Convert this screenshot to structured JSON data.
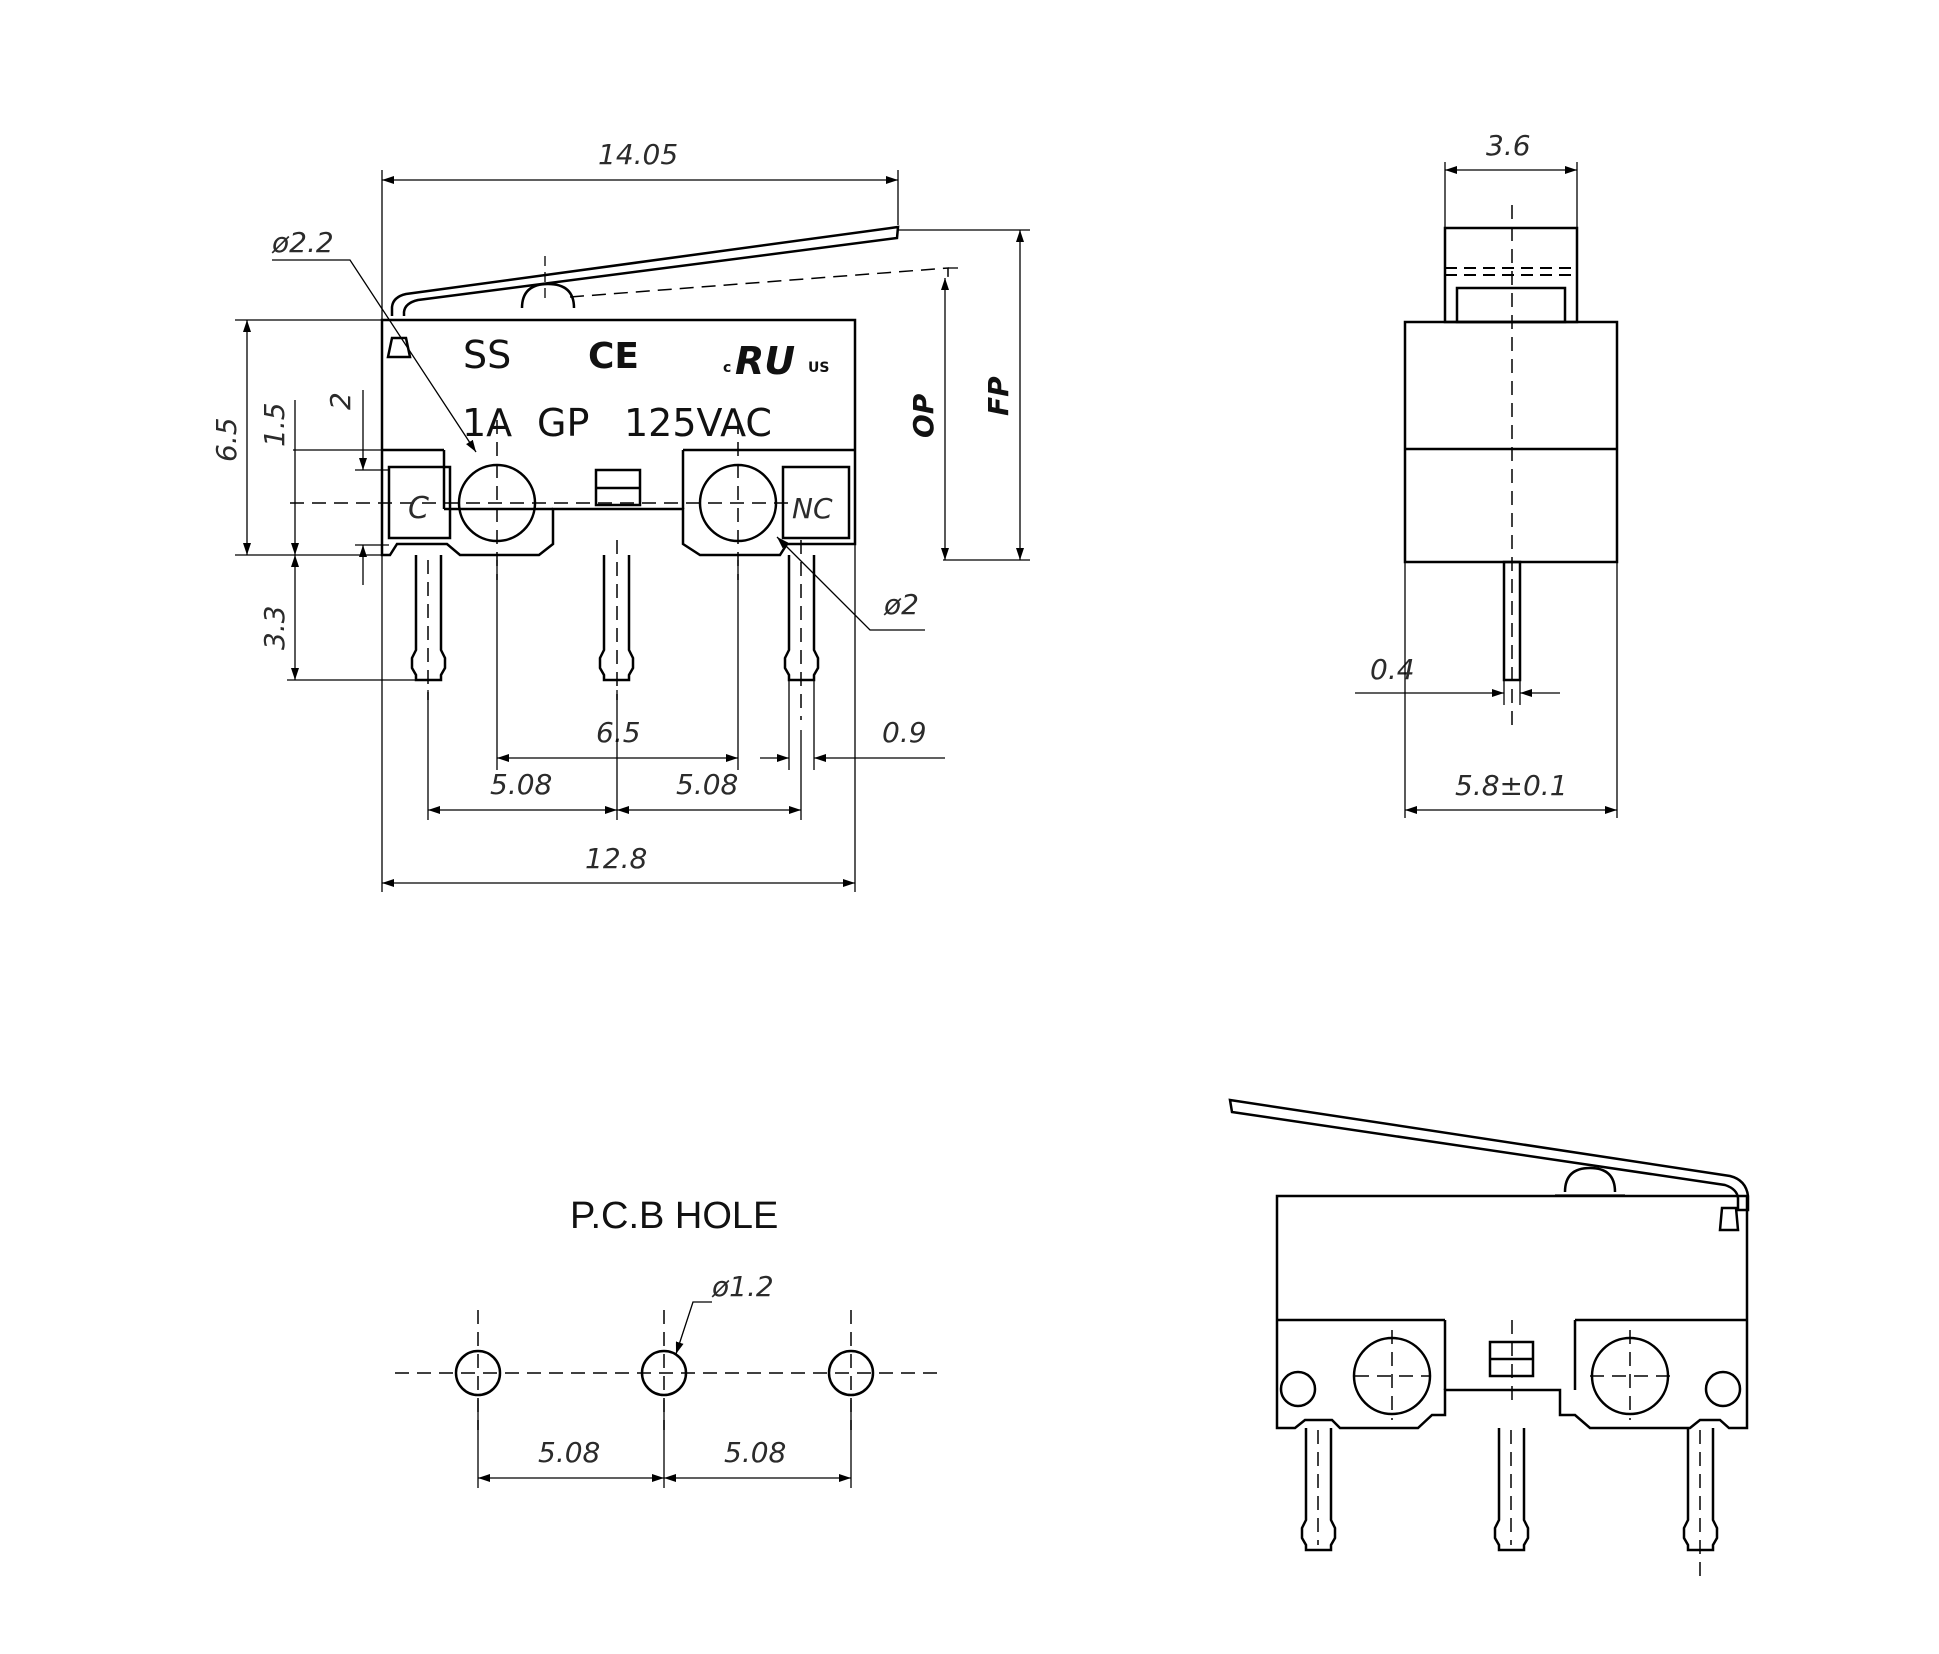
{
  "front_view": {
    "dim_overall_length": "14.05",
    "dim_lever_dia": "ø2.2",
    "dim_body_height": "6.5",
    "dim_1_5": "1.5",
    "dim_2": "2",
    "dim_pin_length": "3.3",
    "dim_hole_pitch": "6.5",
    "dim_pin_offset": "0.9",
    "dim_pitch_left": "5.08",
    "dim_pitch_right": "5.08",
    "dim_body_length": "12.8",
    "dim_hole_dia": "ø2",
    "label_op": "OP",
    "label_fp": "FP",
    "marking_brand": "SS",
    "marking_ce": "CE",
    "marking_ul_c": "c",
    "marking_ul": "RU",
    "marking_ul_us": "US",
    "marking_rating_a": "1A",
    "marking_rating_gp": "GP",
    "marking_rating_v": "125VAC",
    "terminal_c": "C",
    "terminal_nc": "NC"
  },
  "side_view": {
    "dim_top_width": "3.6",
    "dim_pin_thickness": "0.4",
    "dim_body_width": "5.8±0.1"
  },
  "pcb_hole": {
    "title": "P.C.B HOLE",
    "dim_hole_dia": "ø1.2",
    "dim_pitch_left": "5.08",
    "dim_pitch_right": "5.08"
  }
}
